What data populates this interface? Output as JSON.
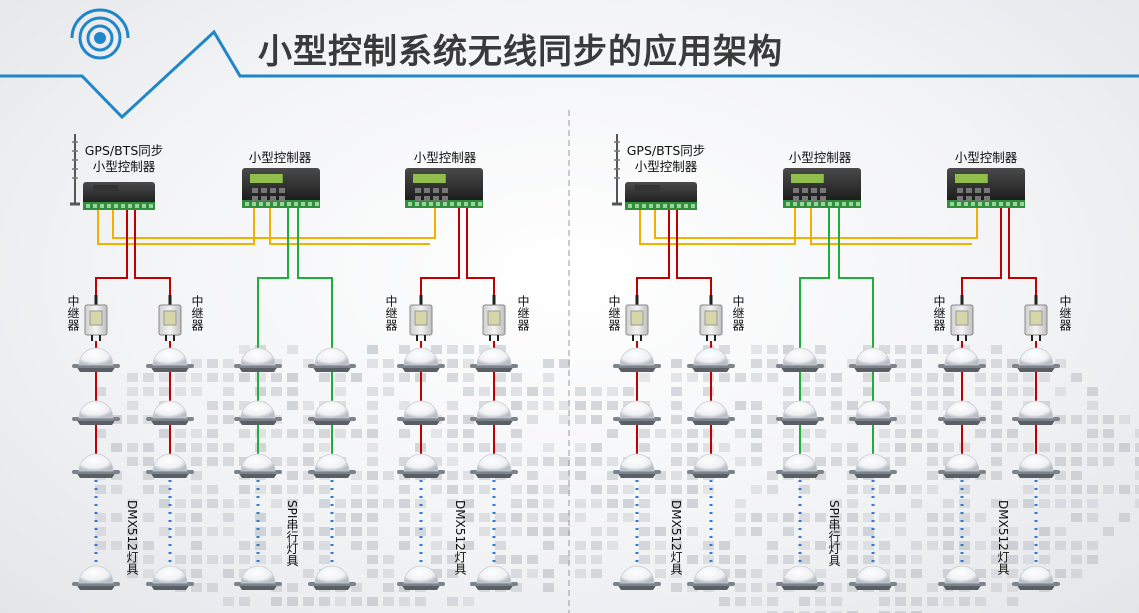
{
  "title": "小型控制系统无线同步的应用架构",
  "colors": {
    "accent": "#1f86c8",
    "dmx_line": "#c00000",
    "spi_line": "#1fae3c",
    "sync_line": "#f2b100",
    "dots": "#2e7bd6"
  },
  "panels": [
    {
      "gps_label_line1": "GPS/BTS同步",
      "gps_label_line2": "小型控制器",
      "controller2_label": "小型控制器",
      "controller3_label": "小型控制器",
      "repeater_labels": [
        "中继器",
        "中继器",
        "中继器",
        "中继器"
      ],
      "fixture_labels": [
        "DMX512灯具",
        "SPI串行灯具",
        "DMX512灯具"
      ]
    },
    {
      "gps_label_line1": "GPS/BTS同步",
      "gps_label_line2": "小型控制器",
      "controller2_label": "小型控制器",
      "controller3_label": "小型控制器",
      "repeater_labels": [
        "中继器",
        "中继器",
        "中继器",
        "中继器"
      ],
      "fixture_labels": [
        "DMX512灯具",
        "SPI串行灯具",
        "DMX512灯具"
      ]
    }
  ]
}
